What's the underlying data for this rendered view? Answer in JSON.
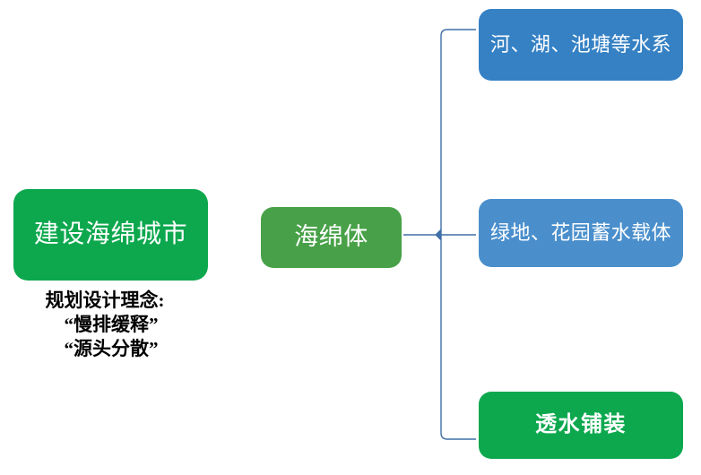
{
  "diagram": {
    "title_text": "建设海绵城市",
    "root": {
      "label": "建设海绵城市",
      "fill": "#0DA84E",
      "text_color": "#FFFFFF"
    },
    "root_caption": {
      "line1": "规划设计理念:",
      "line2": "“慢排缓释”",
      "line3": "“源头分散”",
      "text_color": "#000000"
    },
    "middle": {
      "label": "海绵体",
      "fill": "#48A148",
      "text_color": "#FFFFFF"
    },
    "leaves": [
      {
        "label": "河、湖、池塘等水系",
        "fill": "#3581C4",
        "text_color": "#FFFFFF"
      },
      {
        "label": "绿地、花园蓄水载体",
        "fill": "#4A8FCC",
        "text_color": "#FFFFFF"
      },
      {
        "label": "透水铺装",
        "fill": "#0DA84E",
        "text_color": "#FFFFFF"
      }
    ],
    "connector": {
      "type": "bracket",
      "stroke": "#3F6FA8",
      "stroke_width": 1.4
    },
    "background": "#FFFFFF"
  }
}
